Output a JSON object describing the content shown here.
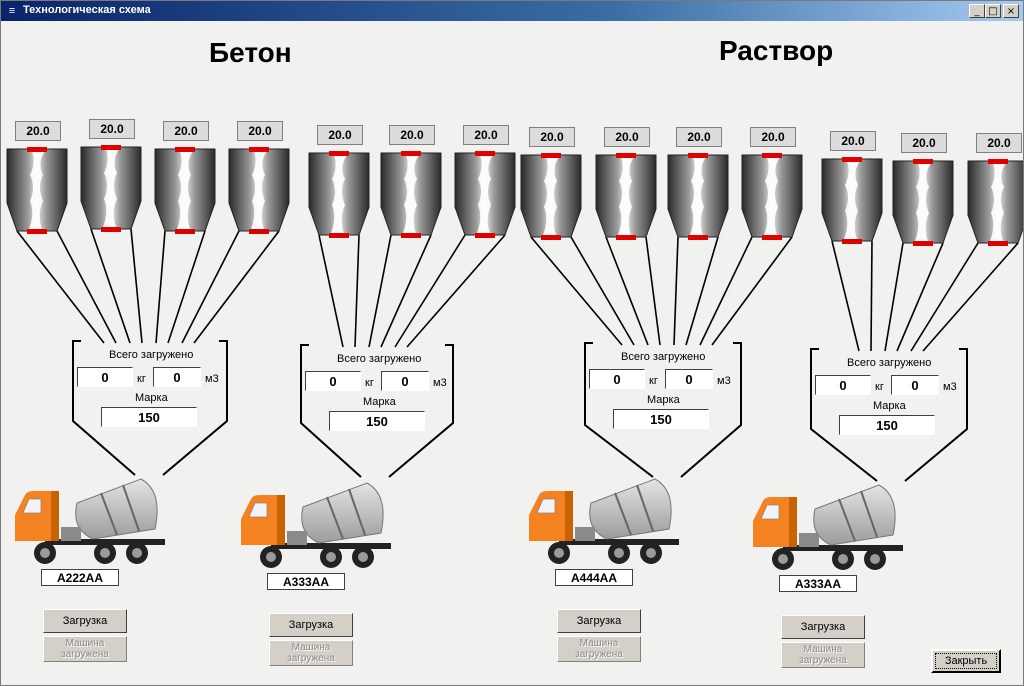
{
  "window": {
    "title": "Технологическая схема",
    "app_icon": "≡",
    "minimize": "_",
    "maximize": "□",
    "close": "×"
  },
  "headings": [
    "Бетон",
    "Раствор"
  ],
  "silo_values": [
    "20.0",
    "20.0",
    "20.0",
    "20.0",
    "20.0",
    "20.0",
    "20.0",
    "20.0",
    "20.0",
    "20.0",
    "20.0",
    "20.0",
    "20.0",
    "20.0"
  ],
  "labels": {
    "total": "Всего загружено",
    "kg": "кг",
    "m3": "м3",
    "grade": "Марка"
  },
  "stations": [
    {
      "kg": "0",
      "m3": "0",
      "grade": "150",
      "plate": "А222АА",
      "load": "Загрузка",
      "loaded_1": "Машина",
      "loaded_2": "загружена"
    },
    {
      "kg": "0",
      "m3": "0",
      "grade": "150",
      "plate": "А333АА",
      "load": "Загрузка",
      "loaded_1": "Машина",
      "loaded_2": "загружена"
    },
    {
      "kg": "0",
      "m3": "0",
      "grade": "150",
      "plate": "А444АА",
      "load": "Загрузка",
      "loaded_1": "Машина",
      "loaded_2": "загружена"
    },
    {
      "kg": "0",
      "m3": "0",
      "grade": "150",
      "plate": "А333АА",
      "load": "Загрузка",
      "loaded_1": "Машина",
      "loaded_2": "загружена"
    }
  ],
  "close_button": "Закрыть",
  "colors": {
    "truck_cab": "#f58220",
    "drum": "#c0c0c0",
    "silo": "#555555",
    "valve": "#e00000"
  }
}
